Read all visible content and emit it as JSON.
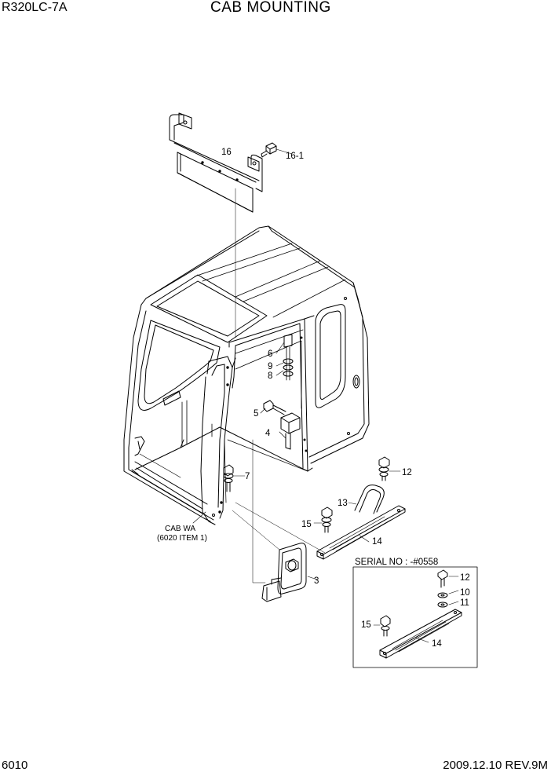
{
  "header": {
    "model": "R320LC-7A",
    "title": "CAB MOUNTING"
  },
  "footer": {
    "page_number": "6010",
    "date_revision": "2009.12.10  REV.9M"
  },
  "diagram": {
    "callouts": {
      "p16": "16",
      "p16_1": "16-1",
      "p6": "6",
      "p9": "9",
      "p8": "8",
      "p5": "5",
      "p4": "4",
      "p7": "7",
      "p3": "3",
      "p12": "12",
      "p13": "13",
      "p15": "15",
      "p14": "14"
    },
    "cab_note_line1": "CAB WA",
    "cab_note_line2": "(6020 ITEM 1)",
    "serial_box": {
      "label": "SERIAL NO : -#0558",
      "callouts": {
        "p12": "12",
        "p10": "10",
        "p11": "11",
        "p15": "15",
        "p14": "14"
      }
    }
  }
}
